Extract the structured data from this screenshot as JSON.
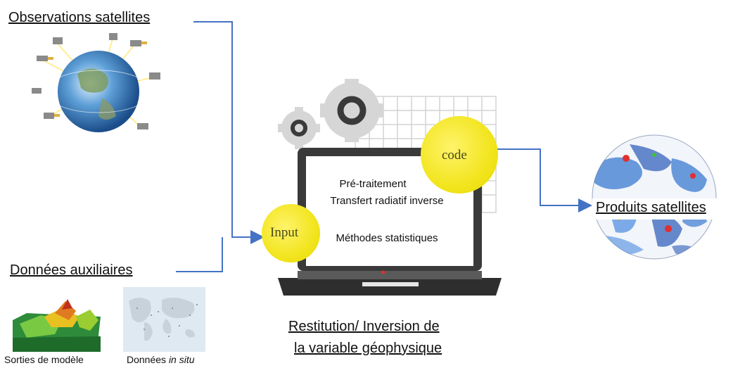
{
  "titles": {
    "observations": "Observations satellites",
    "auxiliaires": "Données auxiliaires",
    "produits": "Produits satellites",
    "restitution_line1": "Restitution/ Inversion de",
    "restitution_line2": "la variable géophysique"
  },
  "captions": {
    "model_prefix": "Sorties de modèle",
    "insitu_prefix": "Données ",
    "insitu_italic": "in situ"
  },
  "laptop_screen": {
    "line1": "Pré-traitement",
    "line2": "Transfert radiatif inverse",
    "line3": "Méthodes statistiques"
  },
  "bubbles": {
    "input": "Input",
    "code": "code"
  },
  "colors": {
    "connector": "#4472c4",
    "bubble": "#f2e51e",
    "laptop": "#3a3a3a"
  },
  "icons": [
    "earth-satellites-icon",
    "gear-icon",
    "laptop-icon",
    "terrain-map-icon",
    "world-map-icon",
    "globe-product-icon"
  ]
}
